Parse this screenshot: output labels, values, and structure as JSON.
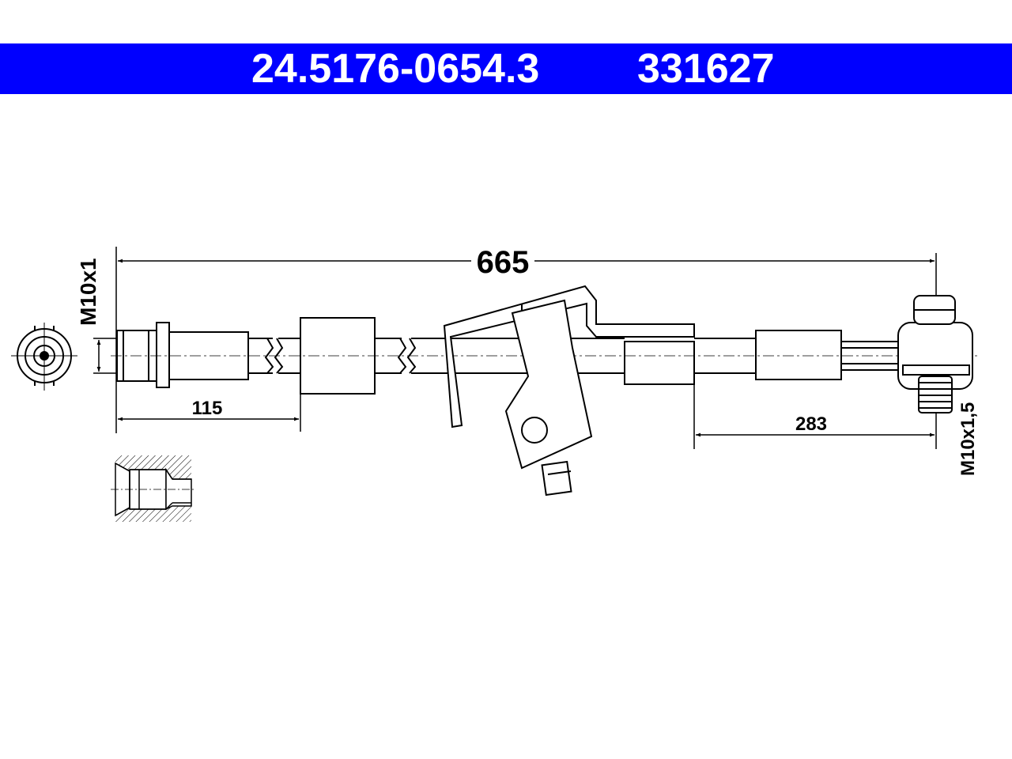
{
  "header": {
    "part_number": "24.5176-0654.3",
    "reference_number": "331627",
    "background_color": "#0000ff",
    "text_color": "#ffffff"
  },
  "dimensions": {
    "overall_length": "665",
    "left_segment": "115",
    "right_segment": "283",
    "left_thread": "M10x1",
    "right_thread": "M10x1,5"
  }
}
